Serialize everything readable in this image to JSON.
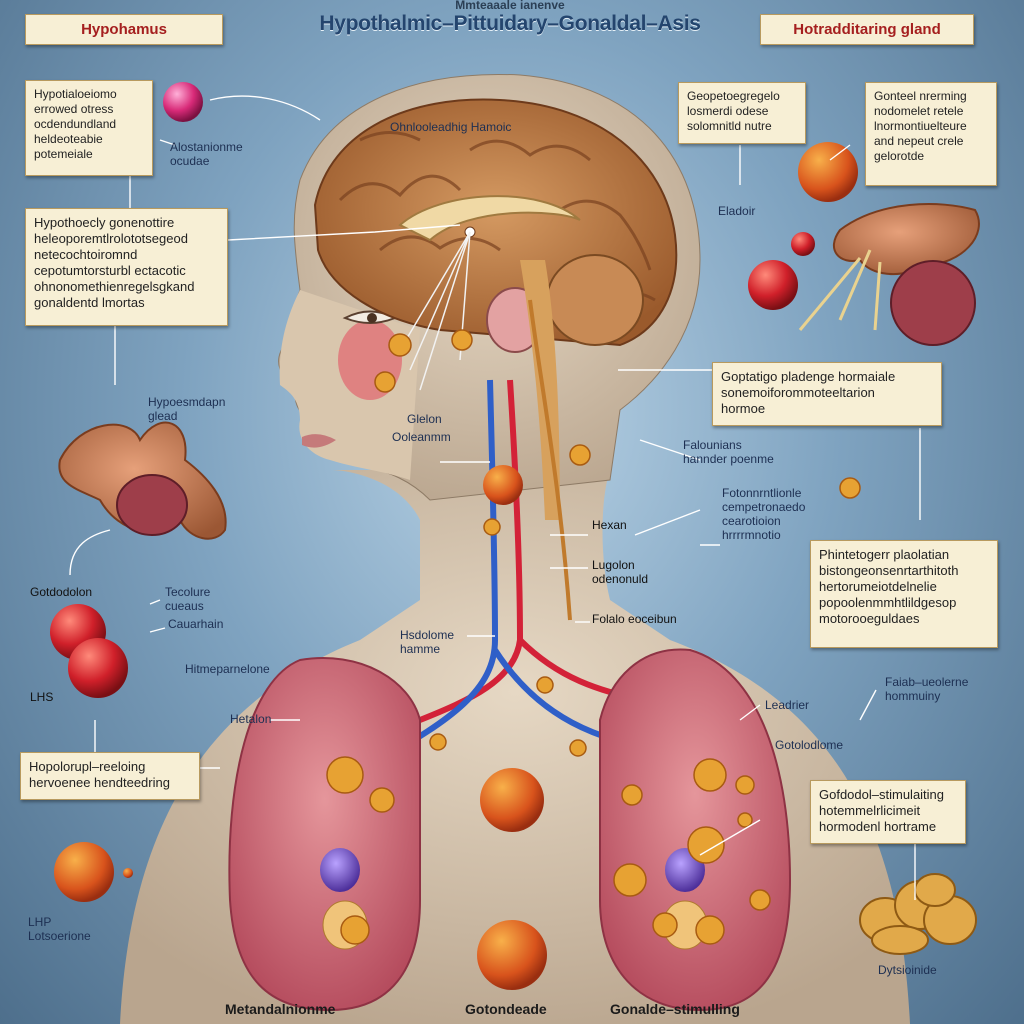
{
  "header": {
    "overtitle": "Mmteaaale ianenve",
    "title": "Hypothalmic–Pittuidary–Gonaldal–Asis"
  },
  "tags": {
    "left": "Hypohamus",
    "right": "Hotradditaring gland"
  },
  "boxes": {
    "top_left": "Hypotialoeiomo\nerrowed otress\nocdendundland\nheldeoteabie\npotemeiale",
    "mid_left": "Hypothoecly gonenottire\nheleoporemtlrolototsegeod\nnetecochtoiromnd\ncepotumtorsturbl ectacotic\nohnonomethienregelsgkand\ngonaldentd lmortas",
    "top_right_a": "Geopetoegregelo\nlosmerdi odese\nsolomnitld nutre",
    "top_right_b": "Gonteel nrerming\nnodomelet retele\nlnormontiuelteure\nand nepeut crele\ngelorotde",
    "mid_right": "Goptatigo pladenge hormaiale\nsonemoiforommoteeltarion\nhormoe",
    "lower_right": "Phintetogerr plaolatian\nbistongeonsenrtarthitoth\nhertorumeiotdelnelie\npopoolenmmhtlildgesop\nmotorooeguldaes",
    "lower_left": "Hopolorupl–reeloing\nhervoenee hendteedring",
    "bottom_right": "Gofdodol–stimulaiting\nhotemmelrlicimeit\nhormodenl hortrame"
  },
  "labels": {
    "gonad_left": "Alostanionme\nocudae",
    "hypo_gland": "Hypoesmdapn\nglead",
    "center_a": "Glelon",
    "center_b": "Ooleanmm",
    "right_a": "Falounians\nhannder poenme",
    "right_b": "Fotonnrntlionle\ncempetronaedo\ncearotioion\nhrrrrmnotio",
    "hexan": "Hexan",
    "lugolon": "Lugolon\nodenonuld",
    "folalo": "Folalo eoceibun",
    "hsdolome": "Hsdolome\nhamme",
    "gotdol": "Gotdodolon",
    "lh_small": "LHS",
    "tecolure": "Tecolure\ncueaus",
    "cauarhain": "Cauarhain",
    "hitme": "Hitmeparnelone",
    "hetalon": "Hetalon",
    "leadrier": "Leadrier",
    "gotlome": "Gotolodlome",
    "faiabi": "Faiab–ueolerne\nhommuiny",
    "elador": "Eladoir",
    "lhp": "LHP\nLotsoerione",
    "dytsi": "Dytsioinide",
    "hypo_brain": "Ohnlooleadhig Hamoic"
  },
  "footer": {
    "left": "Metandalnionme",
    "middle": "Gotondeade",
    "right": "Gonalde–stimulling"
  }
}
